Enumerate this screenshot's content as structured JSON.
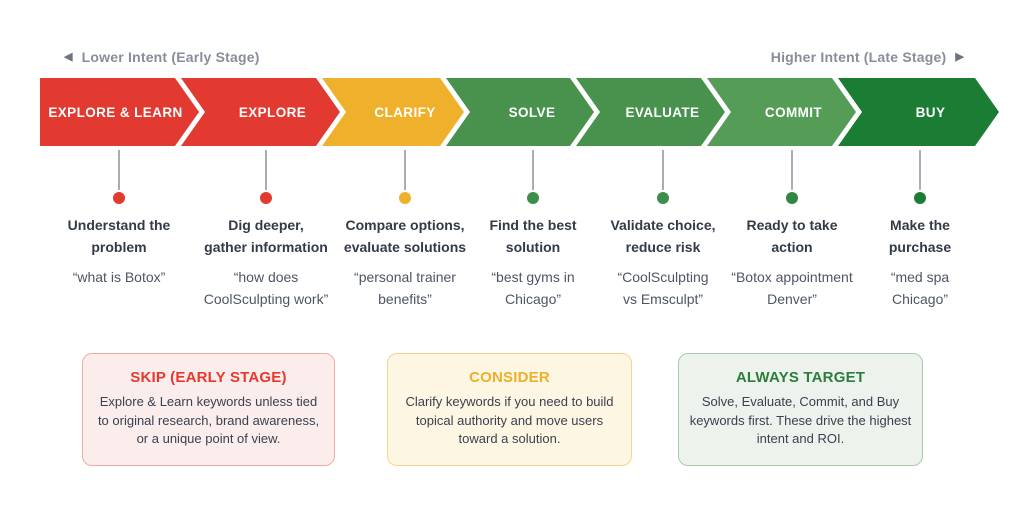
{
  "intent_scale": {
    "left_label": "Lower Intent (Early Stage)",
    "right_label": "Higher Intent (Late Stage)",
    "left_arrow_glyph": "◀",
    "right_arrow_glyph": "▶"
  },
  "funnel": {
    "stages": [
      {
        "label": "EXPLORE & LEARN",
        "color": "#E23A30",
        "dot_color": "#E23A30",
        "heading_l1": "Understand the",
        "heading_l2": "problem",
        "quote_l1": "“what is Botox”",
        "quote_l2": ""
      },
      {
        "label": "EXPLORE",
        "color": "#E23A30",
        "dot_color": "#E23A30",
        "heading_l1": "Dig deeper,",
        "heading_l2": "gather information",
        "quote_l1": "“how does",
        "quote_l2": "CoolSculpting work”"
      },
      {
        "label": "CLARIFY",
        "color": "#EFB02B",
        "dot_color": "#EFB02B",
        "heading_l1": "Compare options,",
        "heading_l2": "evaluate solutions",
        "quote_l1": "“personal trainer",
        "quote_l2": "benefits”"
      },
      {
        "label": "SOLVE",
        "color": "#48924E",
        "dot_color": "#3E8E4B",
        "heading_l1": "Find the best",
        "heading_l2": "solution",
        "quote_l1": "“best gyms in",
        "quote_l2": "Chicago”"
      },
      {
        "label": "EVALUATE",
        "color": "#48924E",
        "dot_color": "#3E8E4B",
        "heading_l1": "Validate choice,",
        "heading_l2": "reduce risk",
        "quote_l1": "“CoolSculpting",
        "quote_l2": "vs Emsculpt”"
      },
      {
        "label": "COMMIT",
        "color": "#559C56",
        "dot_color": "#2F8742",
        "heading_l1": "Ready to take",
        "heading_l2": "action",
        "quote_l1": "“Botox appointment",
        "quote_l2": "Denver”"
      },
      {
        "label": "BUY",
        "color": "#1B7C33",
        "dot_color": "#1E7D35",
        "heading_l1": "Make the",
        "heading_l2": "purchase",
        "quote_l1": "“med spa",
        "quote_l2": "Chicago”"
      }
    ]
  },
  "callouts": [
    {
      "title": "SKIP (EARLY STAGE)",
      "title_color": "#E8382E",
      "bg_color": "#FBEDEC",
      "border_color": "#F1ABA5",
      "line1": "Explore & Learn keywords unless tied",
      "line2": "to original research, brand awareness,",
      "line3": "or a unique point of view."
    },
    {
      "title": "CONSIDER",
      "title_color": "#EFAF29",
      "bg_color": "#FDF6E3",
      "border_color": "#F5D58C",
      "line1": "Clarify keywords if you need to build",
      "line2": "topical authority and move users",
      "line3": "toward a solution."
    },
    {
      "title": "ALWAYS TARGET",
      "title_color": "#2D7D3B",
      "bg_color": "#EDF2ED",
      "border_color": "#A9CBAA",
      "line1": "Solve, Evaluate, Commit, and Buy",
      "line2": "keywords first. These drive the highest",
      "line3": "intent and ROI."
    }
  ]
}
